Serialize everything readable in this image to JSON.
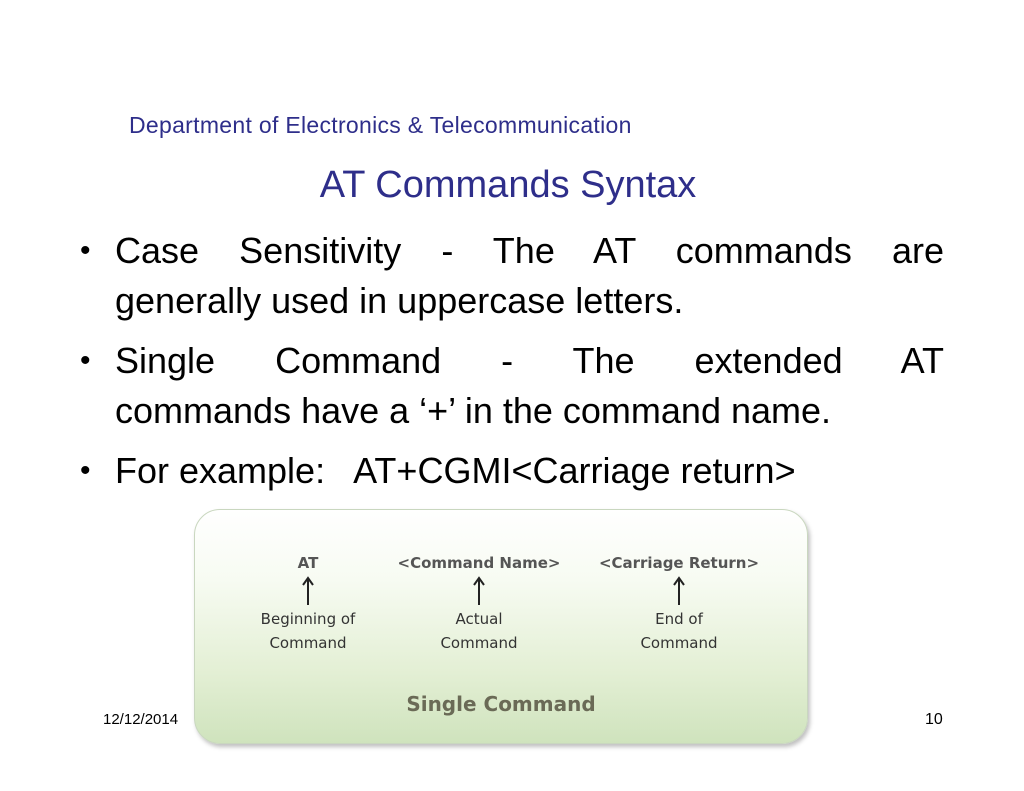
{
  "header": {
    "department": "Department of Electronics & Telecommunication",
    "title": "AT Commands Syntax"
  },
  "bullets": [
    {
      "line1": "Case Sensitivity - The AT commands are",
      "line2": "generally used in uppercase letters."
    },
    {
      "line1": "Single Command - The extended AT",
      "line2": "commands have a ‘+’ in the command name."
    },
    {
      "line1": "For example:   AT+CGMI<Carriage return>"
    }
  ],
  "figure": {
    "columns": [
      {
        "head": "AT",
        "desc1": "Beginning of",
        "desc2": "Command"
      },
      {
        "head": "<Command Name>",
        "desc1": "Actual",
        "desc2": "Command"
      },
      {
        "head": "<Carriage Return>",
        "desc1": "End of",
        "desc2": "Command"
      }
    ],
    "caption": "Single Command",
    "colors": {
      "gradient_top": "#ffffff",
      "gradient_bottom": "#cfe3bd",
      "caption": "#6a6a56"
    }
  },
  "footer": {
    "date": "12/12/2014",
    "page_number": "10"
  },
  "colors": {
    "heading": "#2e2e8a",
    "body_text": "#000000"
  },
  "icons": [
    "bullet-dot",
    "up-arrow-icon"
  ]
}
